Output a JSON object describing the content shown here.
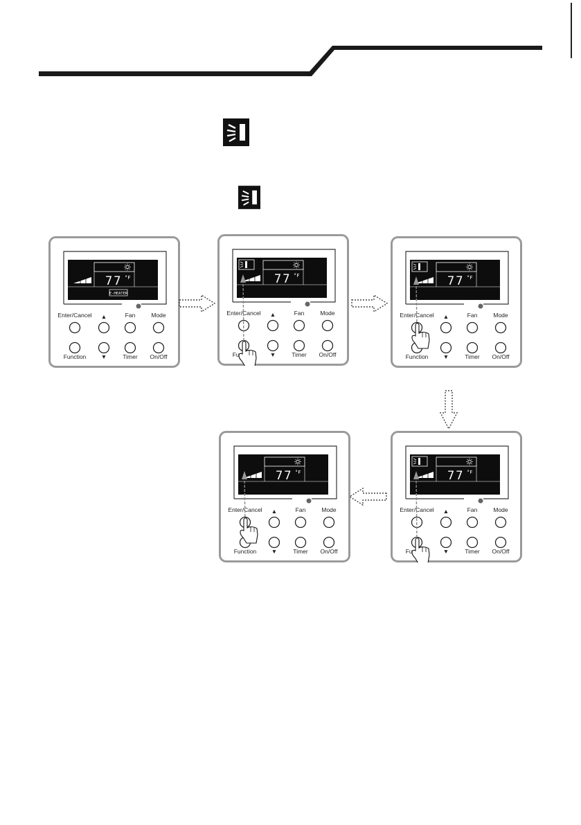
{
  "colors": {
    "rule": "#1a1a1a",
    "panel_bg": "#ffffff",
    "panel_border": "#9a9a9a",
    "lcd_bg": "#0d0d0d",
    "led": "#666666"
  },
  "icons": {
    "inline_1": "wind-vane-icon",
    "inline_2": "wind-vane-icon",
    "sun": "sun-icon",
    "signal": "signal-bars-icon",
    "hand": "pointing-hand-icon",
    "arrow": "dotted-arrow-icon"
  },
  "panel_labels": {
    "enter_cancel": "Enter/Cancel",
    "up": "▲",
    "fan": "Fan",
    "mode": "Mode",
    "function": "Function",
    "down": "▼",
    "timer": "Timer",
    "on_off": "On/Off"
  },
  "display": {
    "temperature": "77",
    "unit": "°F",
    "heater": "E-HEATER"
  },
  "steps": [
    {
      "step": 1,
      "swing_icon": false,
      "heater_label": true,
      "pressed": "none"
    },
    {
      "step": 2,
      "swing_icon": true,
      "heater_label": false,
      "pressed": "function"
    },
    {
      "step": 3,
      "swing_icon": true,
      "heater_label": false,
      "pressed": "enter_cancel"
    },
    {
      "step": 4,
      "swing_icon": true,
      "heater_label": false,
      "pressed": "function"
    },
    {
      "step": 5,
      "swing_icon": false,
      "heater_label": false,
      "pressed": "enter_cancel"
    }
  ]
}
